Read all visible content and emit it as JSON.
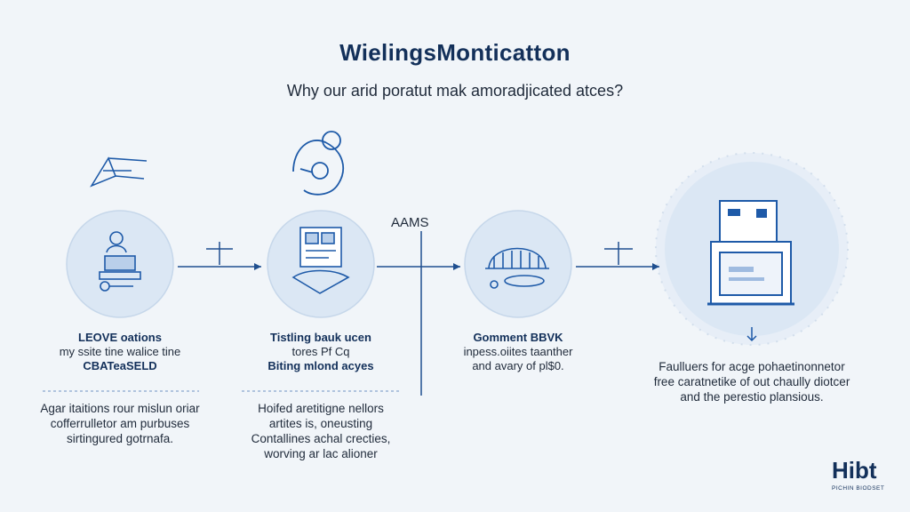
{
  "title": "WielingsMonticatton",
  "subtitle": "Why our arid poratut mak amoradjicated atces?",
  "flow_label": "AAMS",
  "steps": [
    {
      "lines": [
        "LEOVE oations",
        "my ssite tine walice tine",
        "CBATeaSELD"
      ],
      "description": [
        "Agar itaitions rour mislun oriar",
        "cofferrulletor am purbuses",
        "sirtingured gotrnafa."
      ]
    },
    {
      "lines": [
        "Tistling bauk ucen",
        "tores Pf Cq",
        "Biting mlond acyes"
      ],
      "description": [
        "Hoifed aretitigne nellors",
        "artites is, oneusting",
        "Contallines achal crecties,",
        "worving ar lac alioner"
      ]
    },
    {
      "lines": [
        "Gomment BBVK",
        "inpess.oiites taanther",
        "and avary of pl$0."
      ],
      "description": []
    },
    {
      "lines": [],
      "description": [
        "Faulluers for acge pohaetinonnetor",
        "free caratnetike of out chaully diotcer",
        "and the perestio plansious."
      ]
    }
  ],
  "logo": {
    "text": "Hibt",
    "subtext": "PICHIN BIODSET"
  },
  "colors": {
    "accent": "#1e5aa8",
    "circle_fill": "#dbe7f4",
    "line": "#1f4f8f"
  }
}
